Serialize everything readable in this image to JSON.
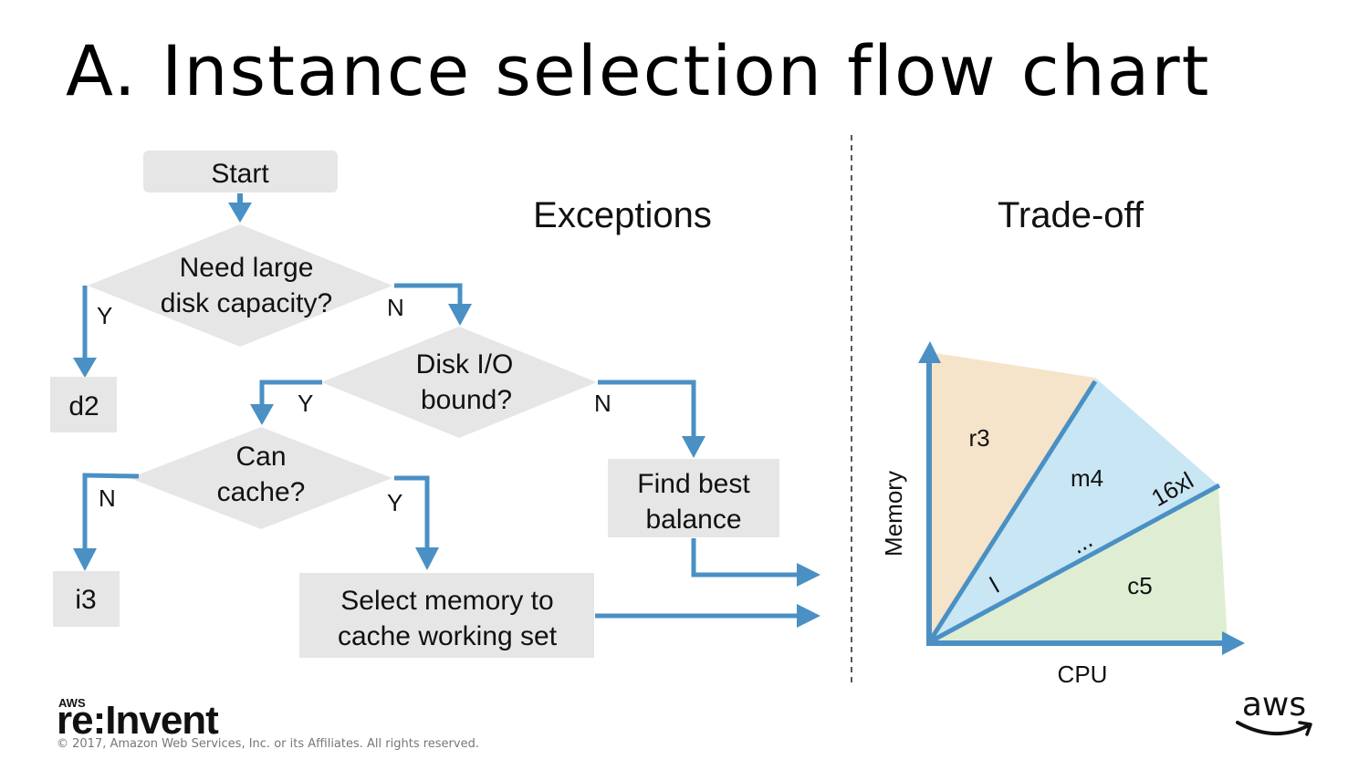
{
  "title": "A. Instance selection flow chart",
  "sections": {
    "exceptions": "Exceptions",
    "tradeoff": "Trade-off"
  },
  "flowchart": {
    "start": "Start",
    "q1": [
      "Need large",
      "disk capacity?"
    ],
    "q2": [
      "Disk I/O",
      "bound?"
    ],
    "q3": [
      "Can",
      "cache?"
    ],
    "d2": "d2",
    "i3": "i3",
    "find_best": [
      "Find best",
      "balance"
    ],
    "select_memory": [
      "Select memory to",
      "cache working set"
    ],
    "labels": {
      "q1_yes": "Y",
      "q1_no": "N",
      "q2_yes": "Y",
      "q2_no": "N",
      "q3_no": "N",
      "q3_yes": "Y"
    }
  },
  "tradeoff_chart": {
    "x_axis": "CPU",
    "y_axis": "Memory",
    "regions": [
      {
        "name": "r3",
        "color": "#f5e4c9"
      },
      {
        "name": "m4",
        "color": "#c8e6f3"
      },
      {
        "name": "c5",
        "color": "#dfeed3"
      }
    ],
    "size_labels": {
      "small": "l",
      "ellipsis": "...",
      "large": "16xl"
    }
  },
  "colors": {
    "accent": "#4a90c4",
    "box": "#e6e6e6"
  },
  "footer": {
    "brand_small": "AWS",
    "brand": "re:Invent",
    "copyright": "© 2017, Amazon Web Services, Inc. or its Affiliates. All rights reserved.",
    "logo_text": "aws"
  }
}
